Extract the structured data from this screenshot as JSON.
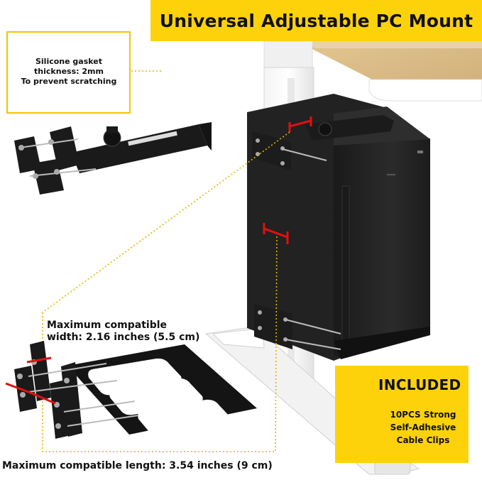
{
  "title": "Universal Adjustable PC Mount",
  "inset": {
    "lines": [
      "Silicone gasket",
      "thickness: 2mm",
      "To prevent scratching"
    ]
  },
  "width_label": {
    "line1": "Maximum compatible",
    "line2": "width: 2.16 inches (5.5 cm)"
  },
  "length_label": "Maximum compatible length: 3.54 inches (9 cm)",
  "included": {
    "title": "INCLUDED",
    "lines": [
      "10PCS Strong",
      "Self-Adhesive",
      "Cable Clips"
    ]
  },
  "colors": {
    "accent_yellow": "#fdd20a",
    "bracket_black": "#111111",
    "measure_red": "#e01010",
    "desk_wood": "#d9b983",
    "frame_white": "#ffffff"
  }
}
